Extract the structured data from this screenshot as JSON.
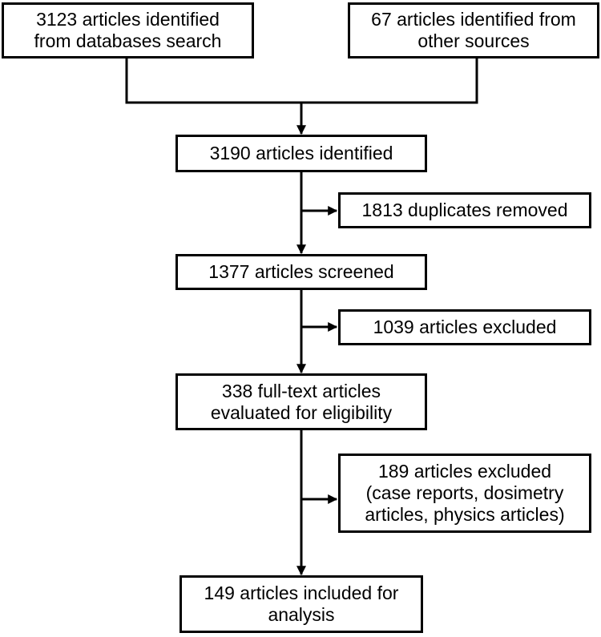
{
  "boxes": {
    "databases": {
      "lines": [
        "3123 articles identified",
        "from databases search"
      ]
    },
    "other_sources": {
      "lines": [
        "67 articles identified from",
        "other sources"
      ]
    },
    "identified": {
      "lines": [
        "3190 articles identified"
      ]
    },
    "duplicates": {
      "lines": [
        "1813 duplicates removed"
      ]
    },
    "screened": {
      "lines": [
        "1377 articles screened"
      ]
    },
    "excluded_screening": {
      "lines": [
        "1039 articles excluded"
      ]
    },
    "full_text": {
      "lines": [
        "338 full-text articles",
        "evaluated for eligibility"
      ]
    },
    "excluded_eligibility": {
      "lines": [
        "189 articles excluded",
        "(case reports, dosimetry",
        "articles, physics articles)"
      ]
    },
    "included": {
      "lines": [
        "149 articles included for",
        "analysis"
      ]
    }
  },
  "colors": {
    "stroke": "#000000",
    "background": "#ffffff"
  }
}
